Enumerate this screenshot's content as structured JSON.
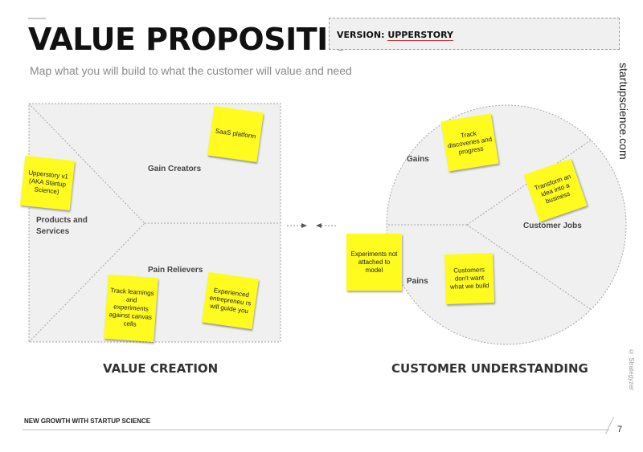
{
  "header": {
    "title": "VALUE PROPOSITION",
    "version_prefix": "VERSION: ",
    "version_name": "UPPERSTORY",
    "subtitle": "Map what you will build to what the customer will value and need"
  },
  "brand": "startupscience.com",
  "copyright": "© Strategyzer",
  "value_map": {
    "gain_creators_label": "Gain Creators",
    "products_label": "Products and\nServices",
    "pain_relievers_label": "Pain Relievers",
    "stickies": {
      "saas": "SaaS platform",
      "upperstory": "Upperstory v1 (AKA Startup Science)",
      "track_learnings": "Track learnings and experiments against canvas cells",
      "experienced": "Experienced entrepreneu rs will guide you"
    },
    "section_label": "VALUE CREATION"
  },
  "customer_profile": {
    "gains_label": "Gains",
    "customer_jobs_label": "Customer Jobs",
    "pains_label": "Pains",
    "stickies": {
      "track_discoveries": "Track discoveries and progress",
      "transform": "Transform an idea into a business",
      "experiments": "Experiments not attached to model",
      "customers": "Customers don't want what we build"
    },
    "section_label": "CUSTOMER UNDERSTANDING"
  },
  "footer": {
    "text": "NEW GROWTH WITH STARTUP SCIENCE",
    "page": "7"
  }
}
